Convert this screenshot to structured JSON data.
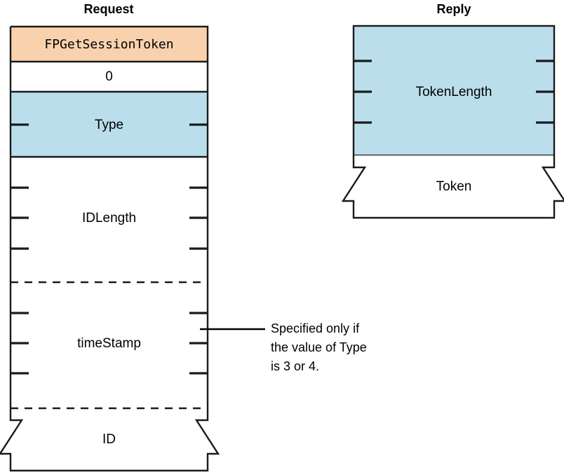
{
  "diagram": {
    "columns": [
      {
        "title": "Request",
        "fields": [
          {
            "label": "FPGetSessionToken",
            "fill": "peach",
            "style": "mono"
          },
          {
            "label": "0",
            "fill": "white",
            "style": "sans"
          },
          {
            "label": "Type",
            "fill": "blue",
            "style": "sans"
          },
          {
            "label": "IDLength",
            "fill": "white",
            "style": "sans"
          },
          {
            "label": "timeStamp",
            "fill": "white",
            "style": "sans"
          },
          {
            "label": "ID",
            "fill": "white",
            "style": "sans"
          }
        ]
      },
      {
        "title": "Reply",
        "fields": [
          {
            "label": "TokenLength",
            "fill": "blue",
            "style": "sans"
          },
          {
            "label": "Token",
            "fill": "white",
            "style": "sans"
          }
        ]
      }
    ],
    "annotations": [
      {
        "lines": [
          "Specified only if",
          "the value of Type",
          "is 3 or 4."
        ]
      }
    ],
    "colors": {
      "peach": "#f9d2ad",
      "blue": "#bbdeec",
      "white": "#ffffff",
      "stroke": "#1a1a1a"
    }
  }
}
